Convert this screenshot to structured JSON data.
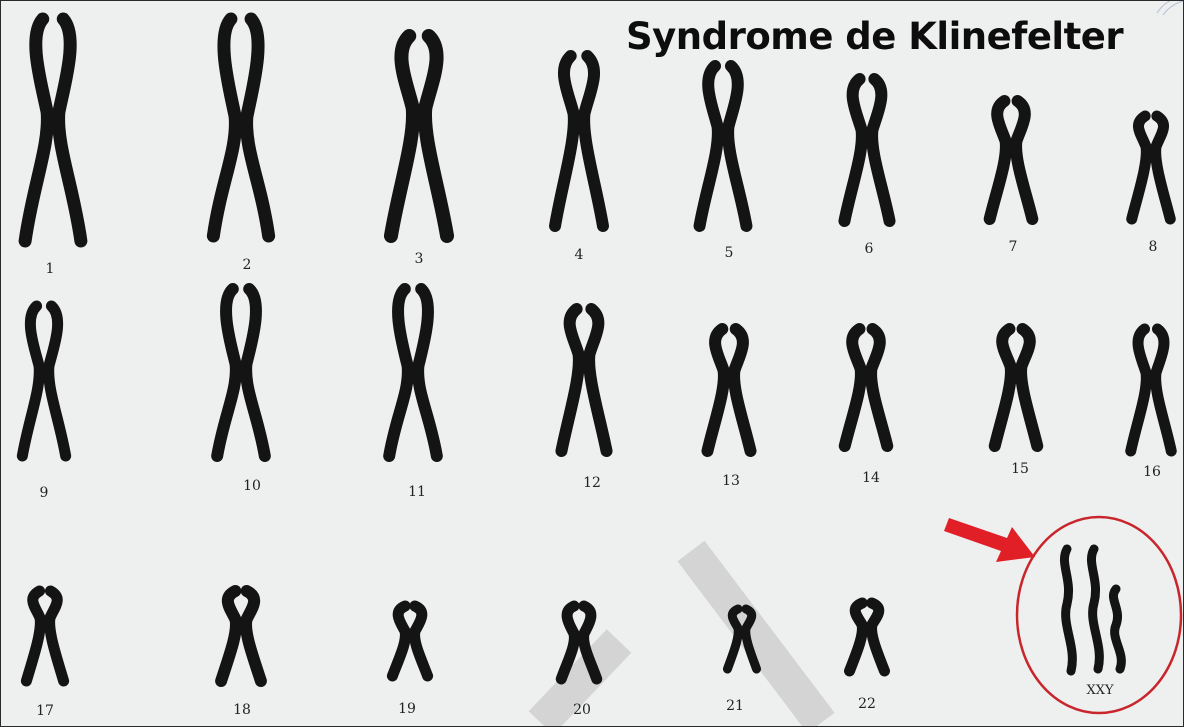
{
  "title": "Syndrome de Klinefelter",
  "chromosomes": [
    {
      "label": "1"
    },
    {
      "label": "2"
    },
    {
      "label": "3"
    },
    {
      "label": "4"
    },
    {
      "label": "5"
    },
    {
      "label": "6"
    },
    {
      "label": "7"
    },
    {
      "label": "8"
    },
    {
      "label": "9"
    },
    {
      "label": "10"
    },
    {
      "label": "11"
    },
    {
      "label": "12"
    },
    {
      "label": "13"
    },
    {
      "label": "14"
    },
    {
      "label": "15"
    },
    {
      "label": "16"
    },
    {
      "label": "17"
    },
    {
      "label": "18"
    },
    {
      "label": "19"
    },
    {
      "label": "20"
    },
    {
      "label": "21"
    },
    {
      "label": "22"
    }
  ],
  "sex_chromosomes": {
    "label": "XXY"
  },
  "colors": {
    "background": "#eef0ef",
    "chromosome": "#141414",
    "highlight": "#d32027",
    "watermark": "#d4d4d4"
  }
}
